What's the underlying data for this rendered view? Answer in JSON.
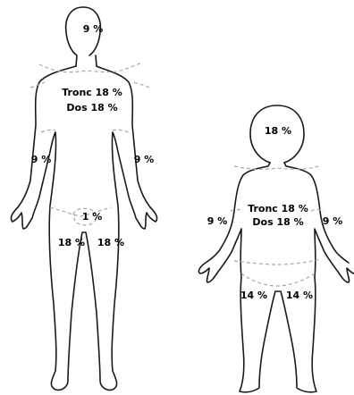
{
  "adult": {
    "head": "9 %",
    "trunk_front": "Tronc 18 %",
    "trunk_back": "Dos 18 %",
    "arm_right": "9 %",
    "arm_left": "9 %",
    "groin": "1 %",
    "leg_right": "18 %",
    "leg_left": "18 %"
  },
  "child": {
    "head": "18 %",
    "trunk_front": "Tronc 18 %",
    "trunk_back": "Dos 18 %",
    "arm_right": "9 %",
    "arm_left": "9 %",
    "leg_right": "14 %",
    "leg_left": "14 %"
  }
}
